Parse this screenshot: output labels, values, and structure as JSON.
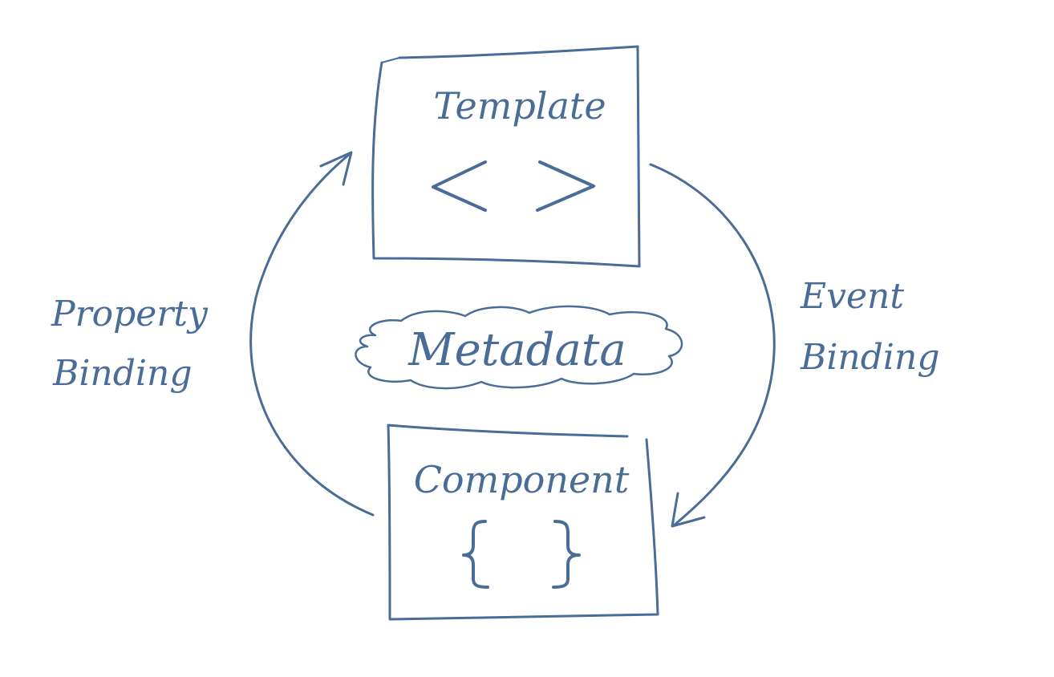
{
  "colors": {
    "ink": "#4a6d97",
    "background": "#ffffff"
  },
  "template_box": {
    "title": "Template",
    "symbol": "< >",
    "icon": "angle-brackets-icon"
  },
  "component_box": {
    "title": "Component",
    "symbol": "{ }",
    "icon": "curly-braces-icon"
  },
  "metadata_cloud": {
    "label": "Metadata"
  },
  "property_binding": {
    "line1": "Property",
    "line2": "Binding"
  },
  "event_binding": {
    "line1": "Event",
    "line2": "Binding"
  }
}
